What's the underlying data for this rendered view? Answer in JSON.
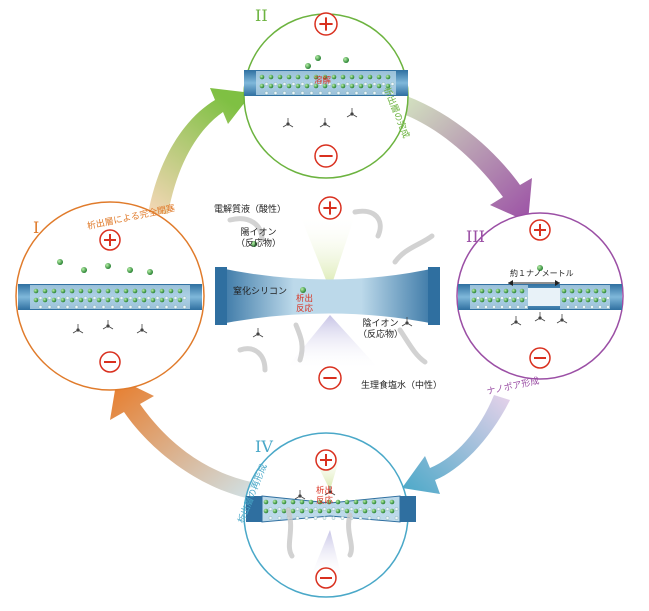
{
  "stages": {
    "I": {
      "numeral": "I",
      "caption": "析出層による完全閉塞",
      "color": "#e07b2b"
    },
    "II": {
      "numeral": "II",
      "caption": "析出層の完成",
      "color": "#6cb33f",
      "center_label": "溶解"
    },
    "III": {
      "numeral": "III",
      "caption": "ナノポア形成",
      "color": "#9b4fa5",
      "pore_label": "約１ナノメートル"
    },
    "IV": {
      "numeral": "IV",
      "caption": "析出層の再形成",
      "color": "#4aa8c8",
      "reaction_label": "析出\n反応"
    }
  },
  "center": {
    "electrolyte": "電解質液（酸性）",
    "cation": "陽イオン\n（反応物）",
    "membrane": "窒化シリコン",
    "reaction": "析出\n反応",
    "anion": "陰イオン\n（反応物）",
    "saline": "生理食塩水（中性）"
  },
  "symbols": {
    "plus": "+",
    "minus": "−"
  },
  "colors": {
    "orange": "#e07b2b",
    "green": "#6cb33f",
    "purple": "#9b4fa5",
    "blue": "#4aa8c8",
    "red": "#d9301f",
    "membrane": "#4a8db8"
  }
}
